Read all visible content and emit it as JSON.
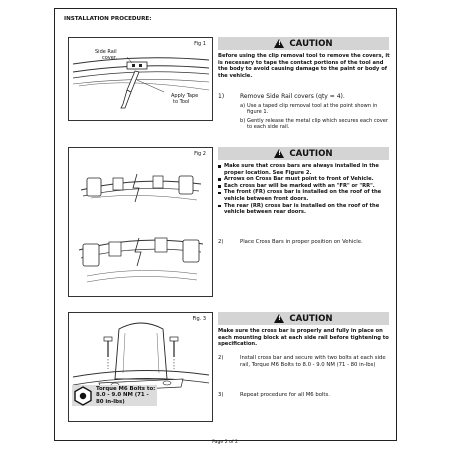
{
  "header": {
    "title": "INSTALLATION PROCEDURE:"
  },
  "figures": {
    "fig1": {
      "label": "Fig 1",
      "callout_cover_line1": "Side Rail",
      "callout_cover_line2": "cover.",
      "callout_tape_line1": "Apply Tape",
      "callout_tape_line2": "to Tool"
    },
    "fig2": {
      "label": "Fig 2"
    },
    "fig3": {
      "label": "Fig. 3",
      "torque_line1": "Torque M6  Bolts to:",
      "torque_line2": "8.0 - 9.0 NM (71 - 80 in-lbs)"
    }
  },
  "caution1": {
    "title": "CAUTION",
    "text": "Before using the clip removal tool to remove the covers, it is necessary to tape the contact portions of the tool and the body to avoid causing damage to the paint or body of the vehicle."
  },
  "step1": {
    "number": "1)",
    "text": "Remove Side Rail covers (qty = 4).",
    "sub": [
      {
        "letter": "a)",
        "text": "Use a taped clip removal tool at the point shown in figure 1."
      },
      {
        "letter": "b)",
        "text": "Gently release the metal clip which secures each cover to each side rail."
      }
    ]
  },
  "caution2": {
    "title": "CAUTION",
    "bullets": [
      "Make sure that cross bars are always installed in the proper location.  See Figure 2.",
      "Arrows on Cross Bar must point to front of Vehicle.",
      "Each cross bar will be marked with an \"FR\" or \"RR\".",
      "The front (FR) cross bar is installed on the roof of the vehicle between front doors.",
      "The rear (RR) cross bar is installed on the roof of the vehicle between rear doors."
    ]
  },
  "step2": {
    "number": "2)",
    "text": "Place Cross Bars in proper position on Vehicle."
  },
  "caution3": {
    "title": "CAUTION",
    "text": "Make sure the cross bar is properly and fully in place on each mounting block at each side rail before tightening to specification."
  },
  "step3": {
    "number": "2)",
    "text": "Install cross bar and secure with two bolts at each side rail, Torque M6  Bolts to 8.0 - 9.0 NM (71 - 80 in-lbs)"
  },
  "step4": {
    "number": "3)",
    "text": "Repeat procedure for all M6 bolts."
  },
  "footer": {
    "page": "Page 2 of 2"
  }
}
